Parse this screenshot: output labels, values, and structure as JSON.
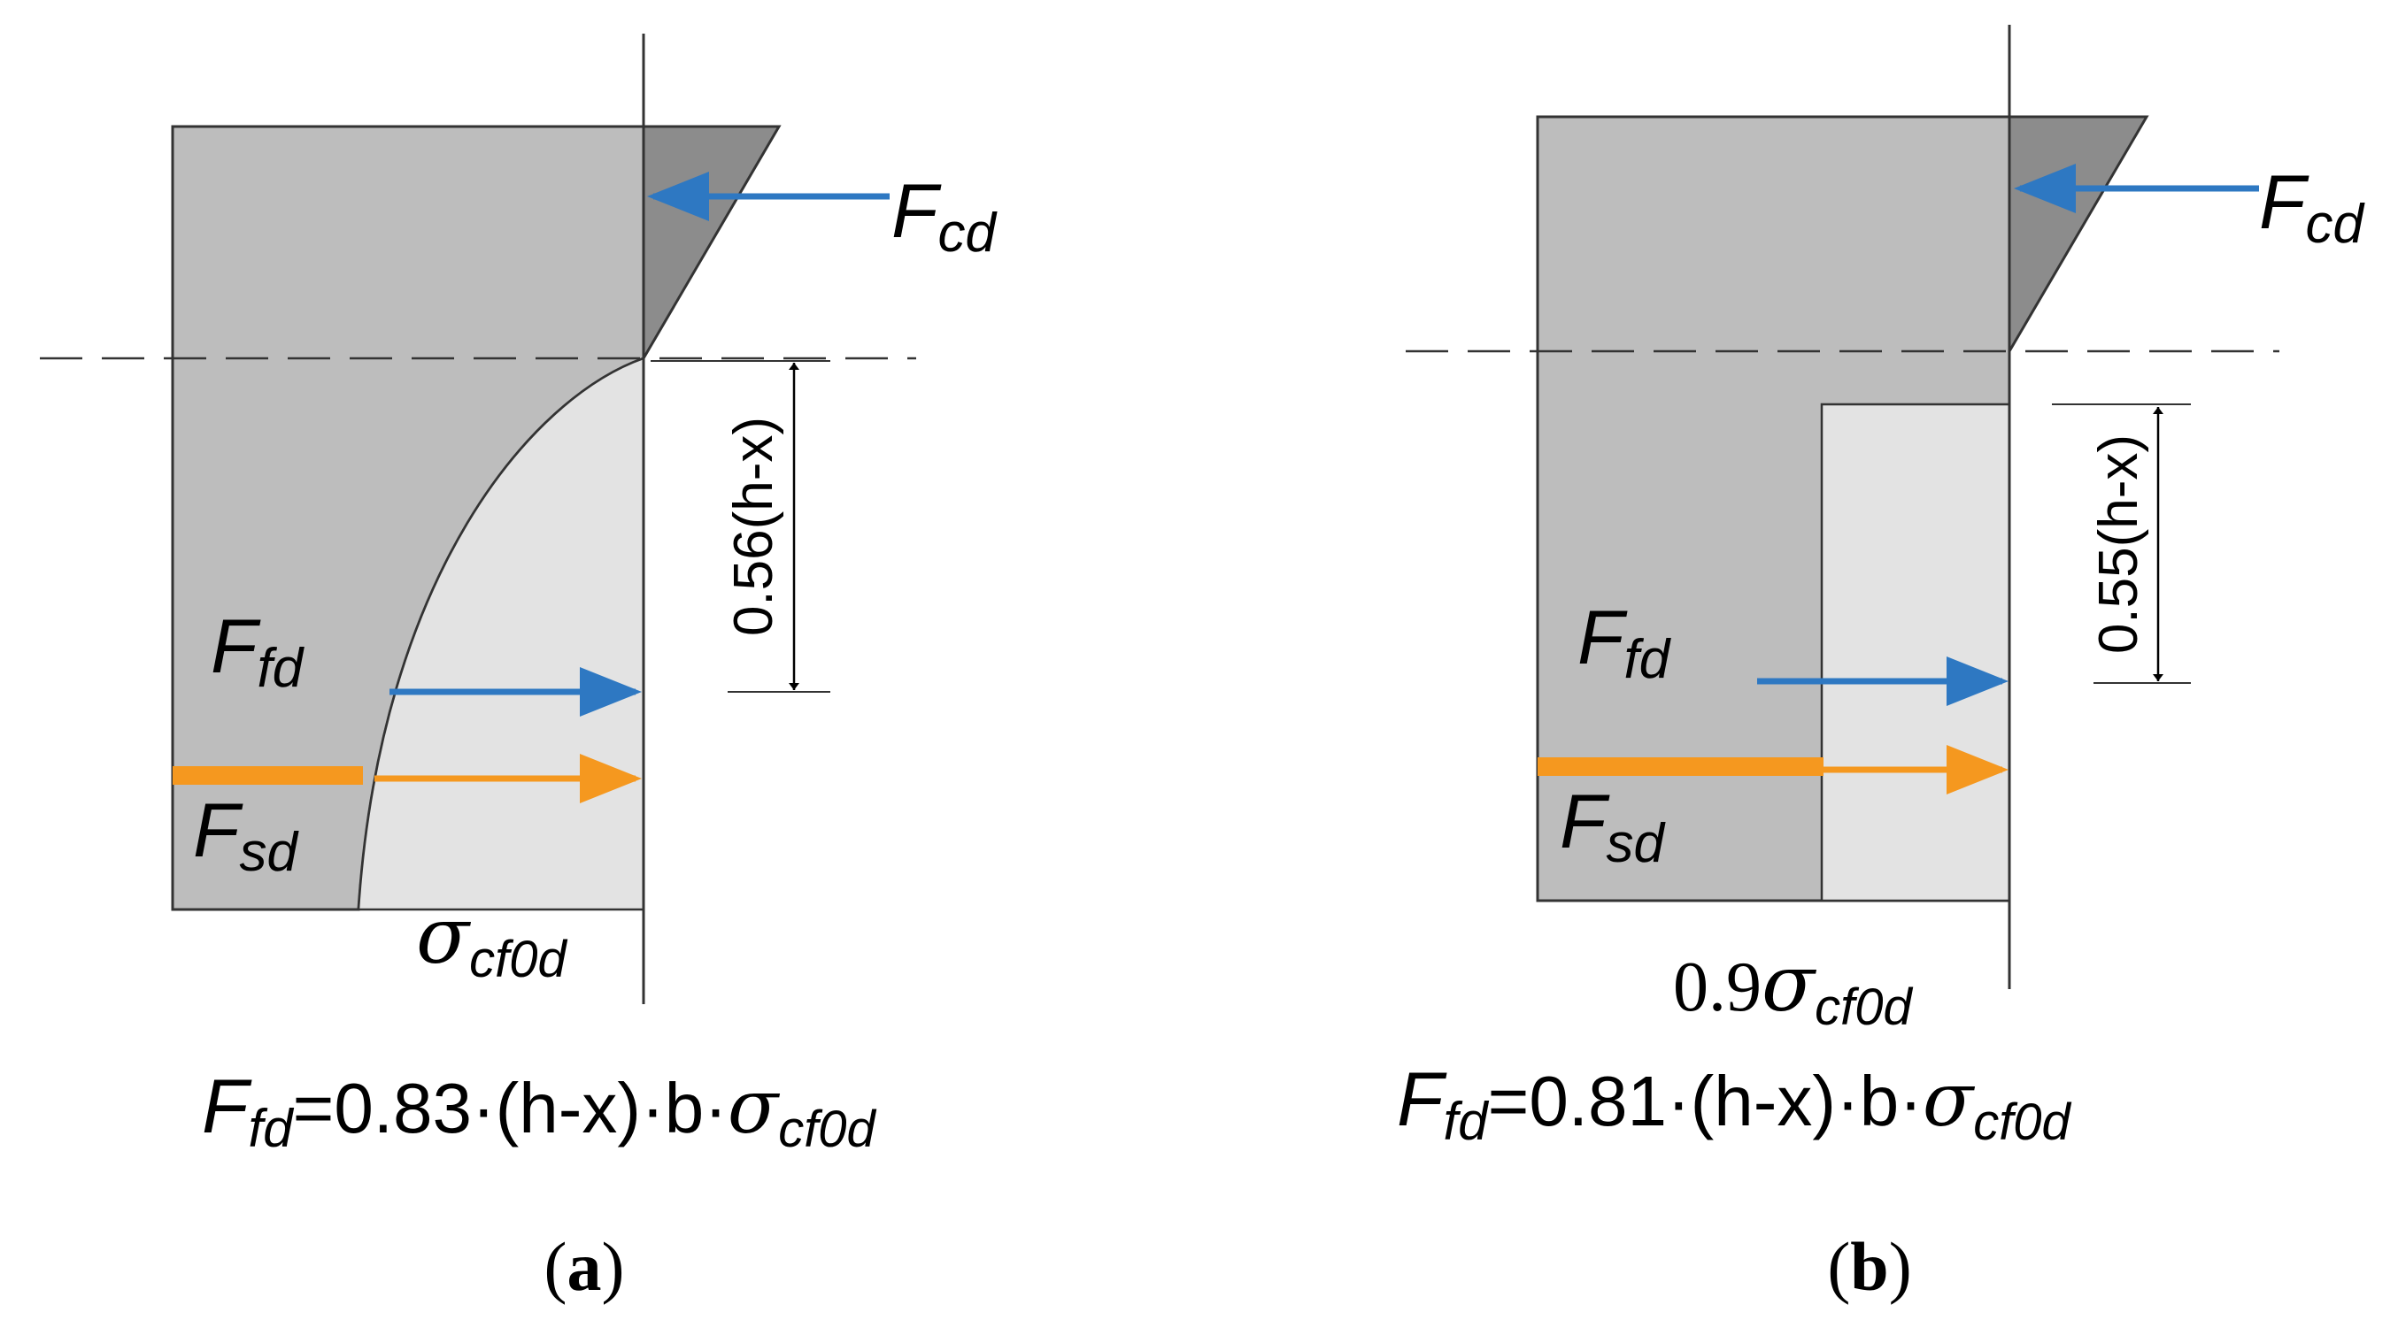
{
  "colors": {
    "region_dark": "#bdbdbd",
    "region_light": "#e3e3e3",
    "compression": "#8c8c8c",
    "arrow_blue": "#2e78c2",
    "arrow_orange": "#f5981f",
    "line": "#333333"
  },
  "panel_a": {
    "fcd_main": "F",
    "fcd_sub": "cd",
    "ffd_main": "F",
    "ffd_sub": "fd",
    "fsd_main": "F",
    "fsd_sub": "sd",
    "sigma": "σ",
    "sigma_sub": "cf0d",
    "dimension": "0.56(h-x)",
    "formula_main": "F",
    "formula_sub": "fd",
    "formula_body": "=0.83·(h-x)·b·",
    "formula_sigma": "σ",
    "formula_sigma_sub": "cf0d",
    "caption_open": "(",
    "caption_letter": "a",
    "caption_close": ")"
  },
  "panel_b": {
    "fcd_main": "F",
    "fcd_sub": "cd",
    "ffd_main": "F",
    "ffd_sub": "fd",
    "fsd_main": "F",
    "fsd_sub": "sd",
    "sigma_coef": "0.9",
    "sigma": "σ",
    "sigma_sub": "cf0d",
    "dimension": "0.55(h-x)",
    "formula_main": "F",
    "formula_sub": "fd",
    "formula_body": "=0.81·(h-x)·b·",
    "formula_sigma": "σ",
    "formula_sigma_sub": "cf0d",
    "caption_open": "(",
    "caption_letter": "b",
    "caption_close": ")"
  }
}
